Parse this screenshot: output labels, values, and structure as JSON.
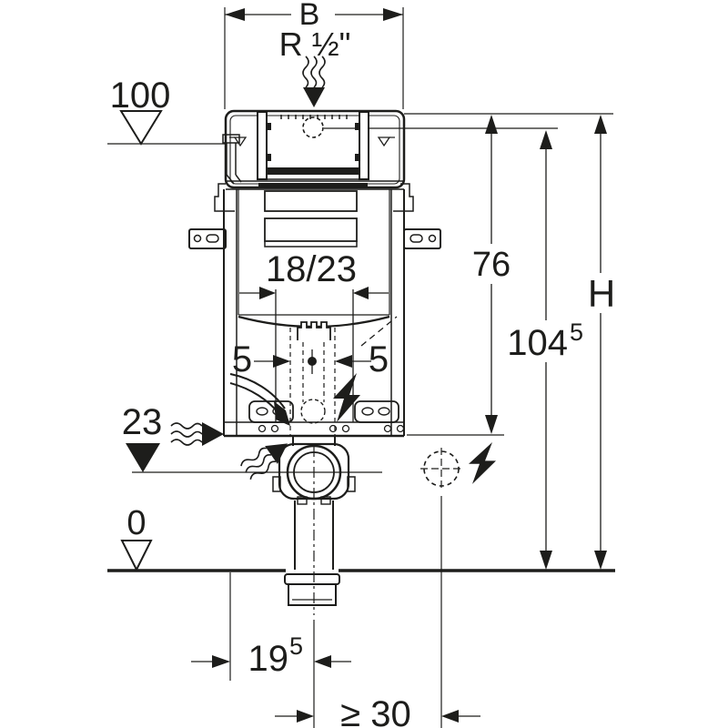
{
  "drawing": {
    "colors": {
      "line": "#1d1d1b",
      "background": "#ffffff"
    },
    "labels": {
      "width_b": "B",
      "supply_thread": "R ½\"",
      "level_supply": "100",
      "height_76": "76",
      "height_104": "104",
      "height_104_sup": "5",
      "height_total": "H",
      "opening": "18/23",
      "offset_5_left": "5",
      "offset_5_right": "5",
      "level_23": "23",
      "level_0": "0",
      "outlet_19": "19",
      "outlet_19_sup": "5",
      "clearance_30": "≥ 30"
    },
    "icons": {
      "water_supply": "wavy-arrow-down",
      "flush_flow": "wavy-arrow-right",
      "odor_flow": "wavy-arrow-up-right",
      "electrical": "lightning-bolt",
      "supply_connection": "dashed-circle",
      "electrical_connection": "dashed-crosshair-circle"
    }
  }
}
